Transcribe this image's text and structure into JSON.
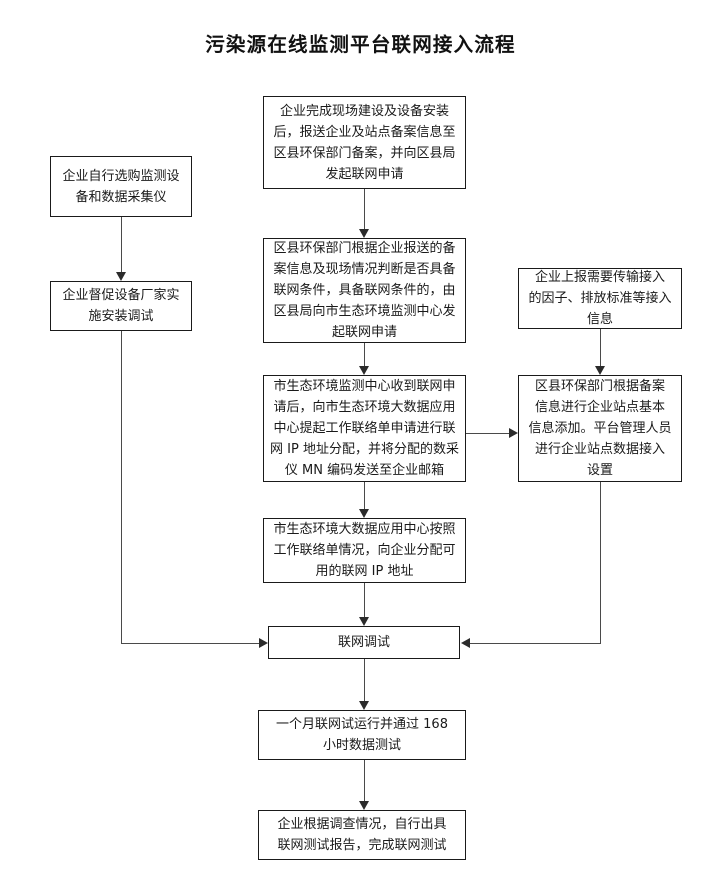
{
  "title": "污染源在线监测平台联网接入流程",
  "nodes": {
    "left1": "企业自行选购监测设\n备和数据采集仪",
    "left2": "企业督促设备厂家实\n施安装调试",
    "center1": "企业完成现场建设及设备安装\n后，报送企业及站点备案信息至\n区县环保部门备案，并向区县局\n发起联网申请",
    "center2": "区县环保部门根据企业报送的备\n案信息及现场情况判断是否具备\n联网条件，具备联网条件的，由\n区县局向市生态环境监测中心发\n起联网申请",
    "center3": "市生态环境监测中心收到联网申\n请后，向市生态环境大数据应用\n中心提起工作联络单申请进行联\n网 IP 地址分配，并将分配的数采\n仪 MN 编码发送至企业邮箱",
    "center4": "市生态环境大数据应用中心按照\n工作联络单情况，向企业分配可\n用的联网 IP 地址",
    "right1": "企业上报需要传输接入\n的因子、排放标准等接入\n信息",
    "right2": "区县环保部门根据备案\n信息进行企业站点基本\n信息添加。平台管理人员\n进行企业站点数据接入\n设置",
    "debug": "联网调试",
    "bottom1": "一个月联网试运行并通过 168\n小时数据测试",
    "bottom2": "企业根据调查情况，自行出具\n联网测试报告，完成联网测试"
  },
  "colors": {
    "background": "#ffffff",
    "box_border": "#1a1a1a",
    "connector": "#4a4a4a",
    "arrow": "#2b2b2b",
    "text": "#1a1a1a"
  }
}
